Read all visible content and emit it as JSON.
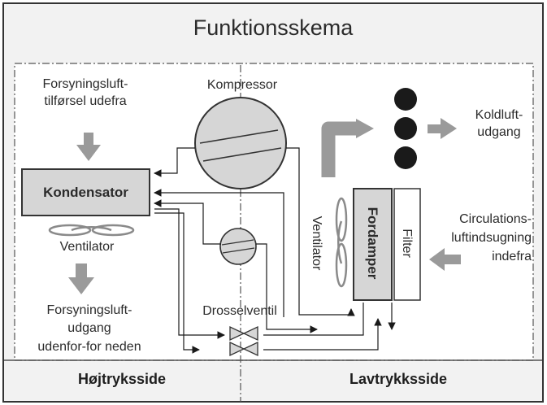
{
  "diagram": {
    "title": "Funktionsskema",
    "supply_in": {
      "line1": "Forsyningsluft-",
      "line2": "tilførsel udefra"
    },
    "compressor": "Kompressor",
    "condenser": "Kondensator",
    "ventilator_left": "Ventilator",
    "supply_out": {
      "line1": "Forsyningsluft-",
      "line2": "udgang",
      "line3": "udenfor-for neden"
    },
    "throttle_valve": "Drosselventil",
    "cold_air_out": {
      "line1": "Koldluft-",
      "line2": "udgang"
    },
    "ventilator_right": "Ventilator",
    "evaporator": "Fordamper",
    "filter": "Filter",
    "circulation_in": {
      "line1": "Circulations-",
      "line2": "luftindsugning",
      "line3": "indefra"
    },
    "high_pressure_side": "Højtryksside",
    "low_pressure_side": "Lavtrykksside",
    "colors": {
      "frame": "#333333",
      "component_fill": "#d6d6d6",
      "arrow_gray": "#9a9a9a",
      "dot": "#1a1a1a",
      "pipe": "#1a1a1a"
    },
    "icons": [
      "fan-icon",
      "compressor-icon",
      "expansion-valve-icon",
      "air-arrow-icon"
    ]
  }
}
